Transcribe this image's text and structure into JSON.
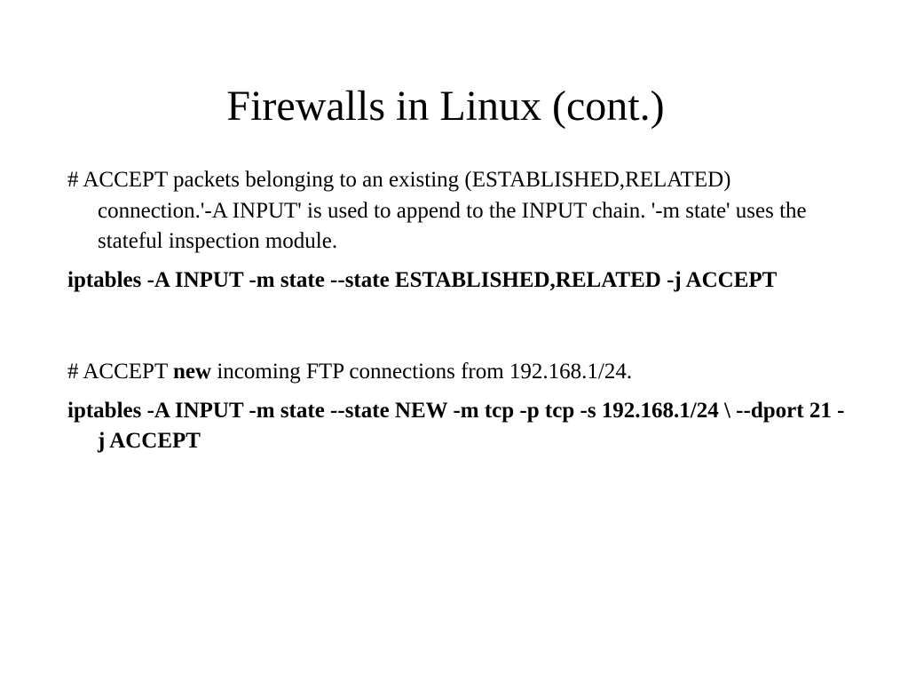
{
  "slide": {
    "title": "Firewalls in Linux (cont.)",
    "block1": {
      "comment": "# ACCEPT packets belonging to an existing (ESTABLISHED,RELATED) connection.'-A INPUT' is used to append to the INPUT chain. '-m state' uses the stateful inspection module.",
      "command": "iptables -A INPUT -m state --state ESTABLISHED,RELATED -j ACCEPT"
    },
    "block2": {
      "comment_prefix": "# ACCEPT ",
      "comment_emphasis": "new",
      "comment_suffix": " incoming FTP connections from 192.168.1/24.",
      "command": "iptables -A INPUT -m state --state NEW -m tcp -p tcp -s 192.168.1/24 \\ --dport 21 -j ACCEPT"
    }
  }
}
